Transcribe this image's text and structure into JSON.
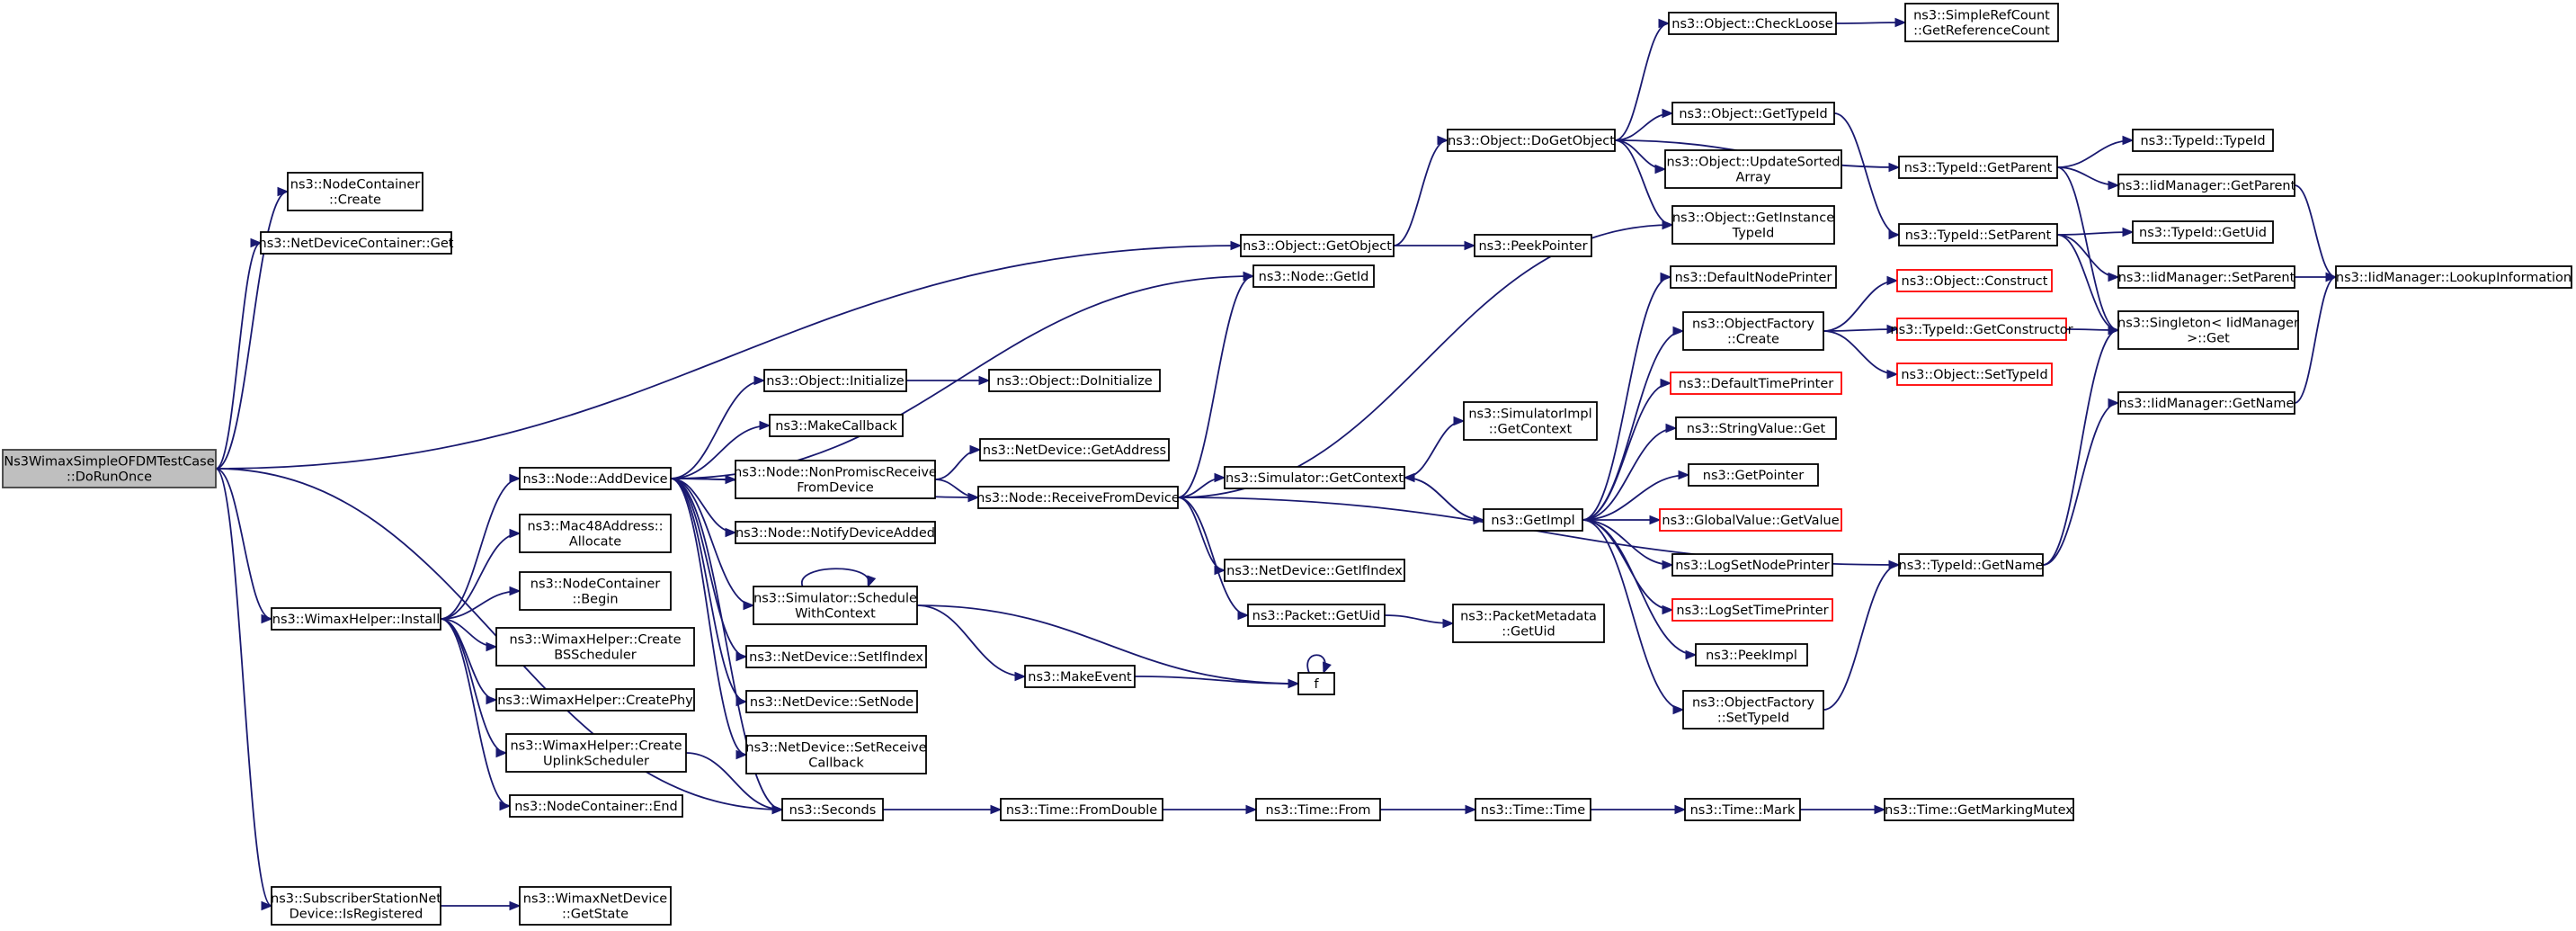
{
  "graph": {
    "nodes": [
      {
        "id": "root",
        "lines": [
          "Ns3WimaxSimpleOFDMTestCase",
          "::DoRunOnce"
        ],
        "style": "root"
      },
      {
        "id": "nc_create",
        "lines": [
          "ns3::NodeContainer",
          "::Create"
        ]
      },
      {
        "id": "ndc_get",
        "lines": [
          "ns3::NetDeviceContainer::Get"
        ]
      },
      {
        "id": "wh_install",
        "lines": [
          "ns3::WimaxHelper::Install"
        ]
      },
      {
        "id": "ssnd_isreg",
        "lines": [
          "ns3::SubscriberStationNet",
          "Device::IsRegistered"
        ]
      },
      {
        "id": "node_adddevice",
        "lines": [
          "ns3::Node::AddDevice"
        ]
      },
      {
        "id": "mac48_alloc",
        "lines": [
          "ns3::Mac48Address::",
          "Allocate"
        ]
      },
      {
        "id": "nc_begin",
        "lines": [
          "ns3::NodeContainer",
          "::Begin"
        ]
      },
      {
        "id": "wh_createbs",
        "lines": [
          "ns3::WimaxHelper::Create",
          "BSScheduler"
        ]
      },
      {
        "id": "wh_createphy",
        "lines": [
          "ns3::WimaxHelper::CreatePhy"
        ]
      },
      {
        "id": "wh_createul",
        "lines": [
          "ns3::WimaxHelper::Create",
          "UplinkScheduler"
        ]
      },
      {
        "id": "nc_end",
        "lines": [
          "ns3::NodeContainer::End"
        ]
      },
      {
        "id": "wnd_getstate",
        "lines": [
          "ns3::WimaxNetDevice",
          "::GetState"
        ]
      },
      {
        "id": "obj_init",
        "lines": [
          "ns3::Object::Initialize"
        ]
      },
      {
        "id": "makecallback",
        "lines": [
          "ns3::MakeCallback"
        ]
      },
      {
        "id": "node_nonprom",
        "lines": [
          "ns3::Node::NonPromiscReceive",
          "FromDevice"
        ]
      },
      {
        "id": "node_notify",
        "lines": [
          "ns3::Node::NotifyDeviceAdded"
        ]
      },
      {
        "id": "sim_schedwc",
        "lines": [
          "ns3::Simulator::Schedule",
          "WithContext"
        ]
      },
      {
        "id": "nd_setifindex",
        "lines": [
          "ns3::NetDevice::SetIfIndex"
        ]
      },
      {
        "id": "nd_setnode",
        "lines": [
          "ns3::NetDevice::SetNode"
        ]
      },
      {
        "id": "nd_setrecv",
        "lines": [
          "ns3::NetDevice::SetReceive",
          "Callback"
        ]
      },
      {
        "id": "seconds",
        "lines": [
          "ns3::Seconds"
        ]
      },
      {
        "id": "obj_doinit",
        "lines": [
          "ns3::Object::DoInitialize"
        ]
      },
      {
        "id": "nd_getaddr",
        "lines": [
          "ns3::NetDevice::GetAddress"
        ]
      },
      {
        "id": "node_recv",
        "lines": [
          "ns3::Node::ReceiveFromDevice"
        ]
      },
      {
        "id": "makeevent",
        "lines": [
          "ns3::MakeEvent"
        ]
      },
      {
        "id": "f",
        "lines": [
          "f"
        ]
      },
      {
        "id": "time_fromdouble",
        "lines": [
          "ns3::Time::FromDouble"
        ]
      },
      {
        "id": "obj_getobject",
        "lines": [
          "ns3::Object::GetObject"
        ]
      },
      {
        "id": "node_getid",
        "lines": [
          "ns3::Node::GetId"
        ]
      },
      {
        "id": "sim_getcontext",
        "lines": [
          "ns3::Simulator::GetContext"
        ]
      },
      {
        "id": "nd_getifindex",
        "lines": [
          "ns3::NetDevice::GetIfIndex"
        ]
      },
      {
        "id": "pkt_getuid",
        "lines": [
          "ns3::Packet::GetUid"
        ]
      },
      {
        "id": "time_from",
        "lines": [
          "ns3::Time::From"
        ]
      },
      {
        "id": "obj_dogetobject",
        "lines": [
          "ns3::Object::DoGetObject"
        ]
      },
      {
        "id": "peekpointer",
        "lines": [
          "ns3::PeekPointer"
        ]
      },
      {
        "id": "simimpl_getctx",
        "lines": [
          "ns3::SimulatorImpl",
          "::GetContext"
        ]
      },
      {
        "id": "getimpl",
        "lines": [
          "ns3::GetImpl"
        ]
      },
      {
        "id": "pktmeta_getuid",
        "lines": [
          "ns3::PacketMetadata",
          "::GetUid"
        ]
      },
      {
        "id": "time_time",
        "lines": [
          "ns3::Time::Time"
        ]
      },
      {
        "id": "obj_checkloose",
        "lines": [
          "ns3::Object::CheckLoose"
        ]
      },
      {
        "id": "obj_gettypeid",
        "lines": [
          "ns3::Object::GetTypeId"
        ]
      },
      {
        "id": "obj_updatesorted",
        "lines": [
          "ns3::Object::UpdateSorted",
          "Array"
        ]
      },
      {
        "id": "obj_getinstance",
        "lines": [
          "ns3::Object::GetInstance",
          "TypeId"
        ]
      },
      {
        "id": "defnodeprinter",
        "lines": [
          "ns3::DefaultNodePrinter"
        ]
      },
      {
        "id": "objfact_create",
        "lines": [
          "ns3::ObjectFactory",
          "::Create"
        ]
      },
      {
        "id": "deftimeprinter",
        "lines": [
          "ns3::DefaultTimePrinter"
        ],
        "style": "red"
      },
      {
        "id": "stringvalue_get",
        "lines": [
          "ns3::StringValue::Get"
        ]
      },
      {
        "id": "getpointer",
        "lines": [
          "ns3::GetPointer"
        ]
      },
      {
        "id": "globalvalue_get",
        "lines": [
          "ns3::GlobalValue::GetValue"
        ],
        "style": "red"
      },
      {
        "id": "logsetnode",
        "lines": [
          "ns3::LogSetNodePrinter"
        ]
      },
      {
        "id": "logsettime",
        "lines": [
          "ns3::LogSetTimePrinter"
        ],
        "style": "red"
      },
      {
        "id": "peekimpl",
        "lines": [
          "ns3::PeekImpl"
        ]
      },
      {
        "id": "objfact_settypeid",
        "lines": [
          "ns3::ObjectFactory",
          "::SetTypeId"
        ]
      },
      {
        "id": "time_mark",
        "lines": [
          "ns3::Time::Mark"
        ]
      },
      {
        "id": "simplerefcount",
        "lines": [
          "ns3::SimpleRefCount",
          "::GetReferenceCount"
        ]
      },
      {
        "id": "typeid_getparent",
        "lines": [
          "ns3::TypeId::GetParent"
        ]
      },
      {
        "id": "typeid_setparent",
        "lines": [
          "ns3::TypeId::SetParent"
        ]
      },
      {
        "id": "obj_construct",
        "lines": [
          "ns3::Object::Construct"
        ],
        "style": "red"
      },
      {
        "id": "typeid_getctor",
        "lines": [
          "ns3::TypeId::GetConstructor"
        ],
        "style": "red"
      },
      {
        "id": "obj_settypeid",
        "lines": [
          "ns3::Object::SetTypeId"
        ],
        "style": "red"
      },
      {
        "id": "typeid_getname",
        "lines": [
          "ns3::TypeId::GetName"
        ]
      },
      {
        "id": "time_getmarkmutex",
        "lines": [
          "ns3::Time::GetMarkingMutex"
        ]
      },
      {
        "id": "typeid_typeid",
        "lines": [
          "ns3::TypeId::TypeId"
        ]
      },
      {
        "id": "iid_getparent",
        "lines": [
          "ns3::IidManager::GetParent"
        ]
      },
      {
        "id": "typeid_getuid",
        "lines": [
          "ns3::TypeId::GetUid"
        ]
      },
      {
        "id": "iid_setparent",
        "lines": [
          "ns3::IidManager::SetParent"
        ]
      },
      {
        "id": "singleton_get",
        "lines": [
          "ns3::Singleton< IidManager",
          " >::Get"
        ]
      },
      {
        "id": "iid_getname",
        "lines": [
          "ns3::IidManager::GetName"
        ]
      },
      {
        "id": "iid_lookup",
        "lines": [
          "ns3::IidManager::LookupInformation"
        ]
      }
    ]
  }
}
